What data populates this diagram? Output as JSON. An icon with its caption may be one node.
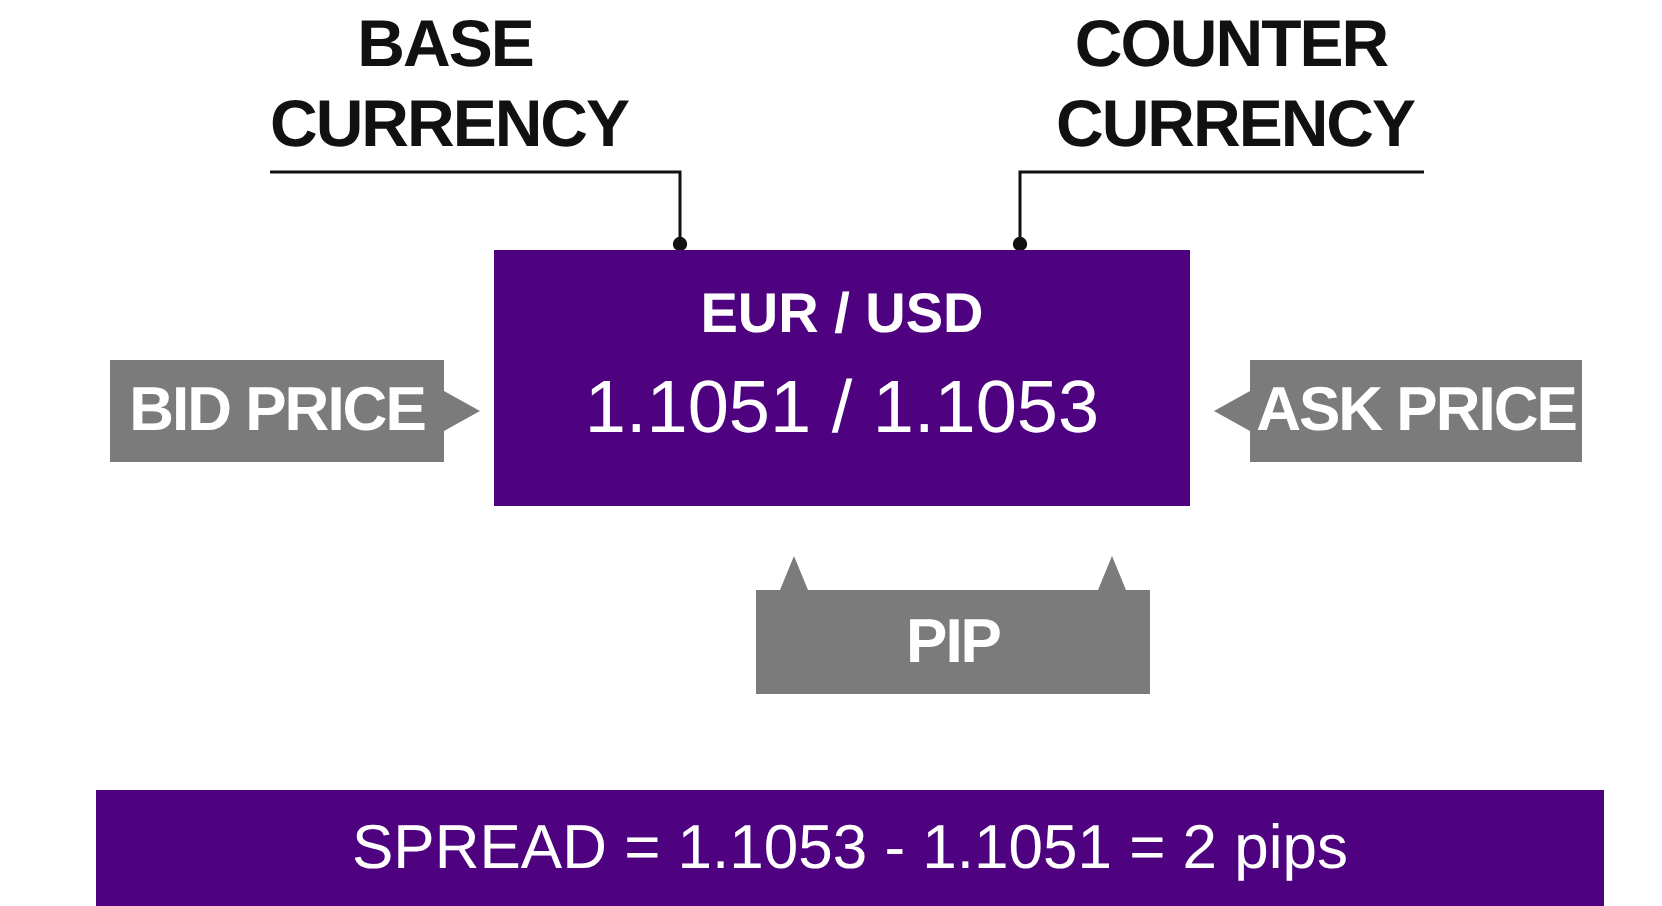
{
  "diagram": {
    "nodes": [
      {
        "text": [
          "BASE CURRENCY"
        ]
      },
      {
        "text": [
          "COUNTER CURRENCY"
        ]
      },
      {
        "text": [
          "EUR / USD",
          "1.1051 / 1.1053"
        ]
      },
      {
        "text": [
          "BID PRICE"
        ]
      },
      {
        "text": [
          "ASK PRICE"
        ]
      },
      {
        "text": [
          "PIP"
        ]
      },
      {
        "text": [
          "SPREAD = 1.1053 - 1.1051 = 2 pips"
        ]
      }
    ],
    "edges": [
      {
        "from": 0,
        "to": 2,
        "arrow": "other"
      },
      {
        "from": 1,
        "to": 2,
        "arrow": "other"
      }
    ]
  }
}
